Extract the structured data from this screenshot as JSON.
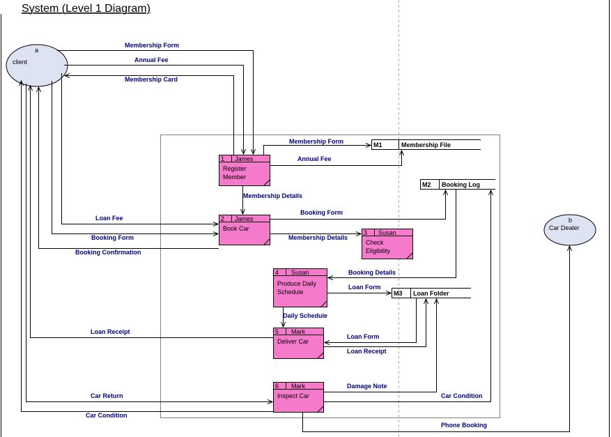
{
  "title": "System (Level 1 Diagram)",
  "colors": {
    "process_fill": "#f57acb",
    "entity_fill": "#dde3f2",
    "flow_label": "#000080"
  },
  "entities": {
    "client": {
      "id": "a",
      "name": "client"
    },
    "car_dealer": {
      "id": "b",
      "name": "Car Dealer"
    }
  },
  "processes": {
    "p1": {
      "num": "1",
      "owner": "James",
      "name_line1": "Register",
      "name_line2": "Member"
    },
    "p2": {
      "num": "2",
      "owner": "James",
      "name_line1": "Book Car"
    },
    "p3": {
      "num": "3",
      "owner": "Susan",
      "name_line1": "Check",
      "name_line2": "Eligibility"
    },
    "p4": {
      "num": "4",
      "owner": "Susan",
      "name_line1": "Produce Daily",
      "name_line2": "Schedule"
    },
    "p5": {
      "num": "5",
      "owner": "Mark",
      "name_line1": "Deliver Car"
    },
    "p6": {
      "num": "6",
      "owner": "Mark",
      "name_line1": "Inspect Car"
    }
  },
  "stores": {
    "m1": {
      "id": "M1",
      "name": "Membership File"
    },
    "m2": {
      "id": "M2",
      "name": "Booking Log"
    },
    "m3": {
      "id": "M3",
      "name": "Loan Folder"
    }
  },
  "flows": {
    "membership_form_1": "Membership Form",
    "annual_fee_1": "Annual Fee",
    "membership_card": "Membership Card",
    "membership_form_2": "Membership Form",
    "annual_fee_2": "Annual Fee",
    "membership_details_1": "Membership Details",
    "loan_fee": "Loan Fee",
    "booking_form_1": "Booking Form",
    "booking_form_2": "Booking Form",
    "membership_details_2": "Membership Details",
    "booking_confirmation": "Booking Confirmation",
    "booking_details": "Booking Details",
    "loan_form_1": "Loan Form",
    "daily_schedule": "Daily Schedule",
    "loan_receipt_1": "Loan Receipt",
    "loan_form_2": "Loan Form",
    "loan_receipt_2": "Loan Receipt",
    "damage_note": "Damage Note",
    "car_return": "Car Return",
    "car_condition_1": "Car Condition",
    "car_condition_2": "Car Condition",
    "phone_booking": "Phone Booking"
  }
}
